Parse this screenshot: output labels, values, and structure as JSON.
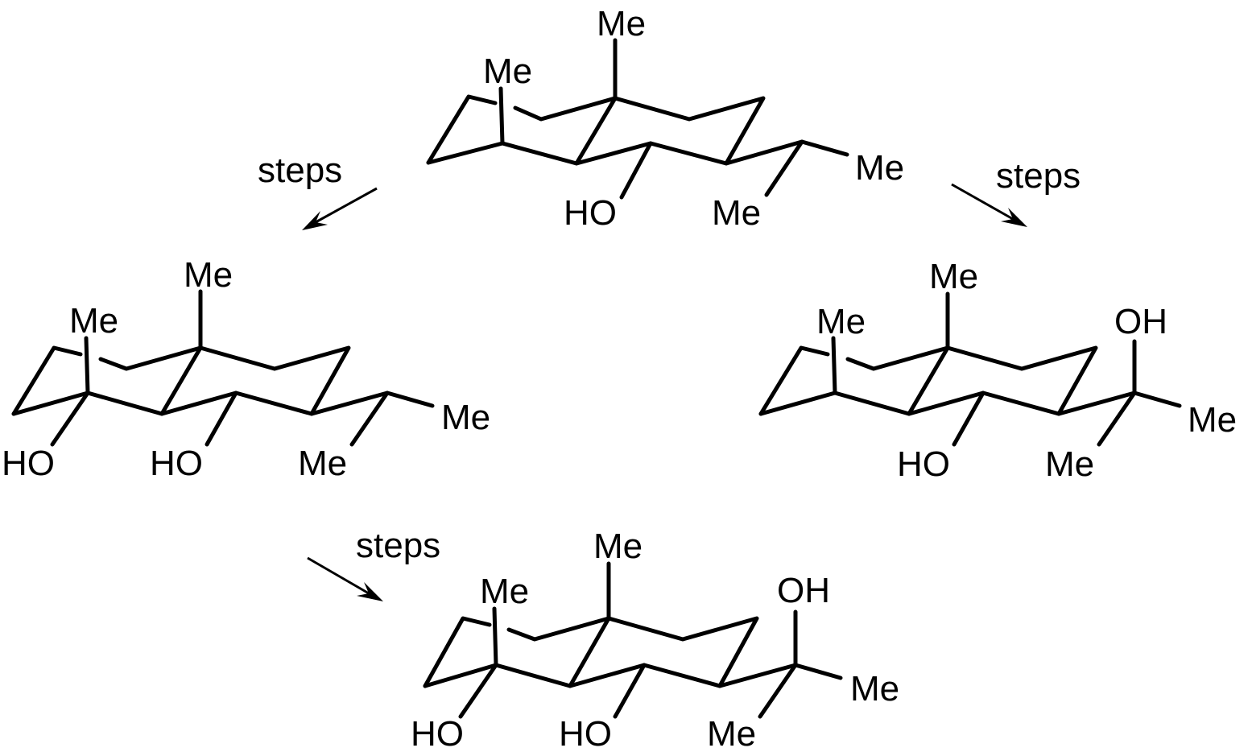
{
  "structures": [
    {
      "id": "starting-material",
      "labels": [
        "Me",
        "Me",
        "HO",
        "Me",
        "Me"
      ]
    },
    {
      "id": "left-product",
      "labels": [
        "Me",
        "Me",
        "HO",
        "HO",
        "Me",
        "Me"
      ]
    },
    {
      "id": "right-product",
      "labels": [
        "Me",
        "Me",
        "OH",
        "HO",
        "Me",
        "Me"
      ]
    },
    {
      "id": "bottom-product",
      "labels": [
        "Me",
        "Me",
        "OH",
        "HO",
        "HO",
        "Me",
        "Me"
      ]
    }
  ],
  "arrows": [
    {
      "id": "arrow-top-left",
      "label": "steps"
    },
    {
      "id": "arrow-top-right",
      "label": "steps"
    },
    {
      "id": "arrow-bottom",
      "label": "steps"
    }
  ]
}
